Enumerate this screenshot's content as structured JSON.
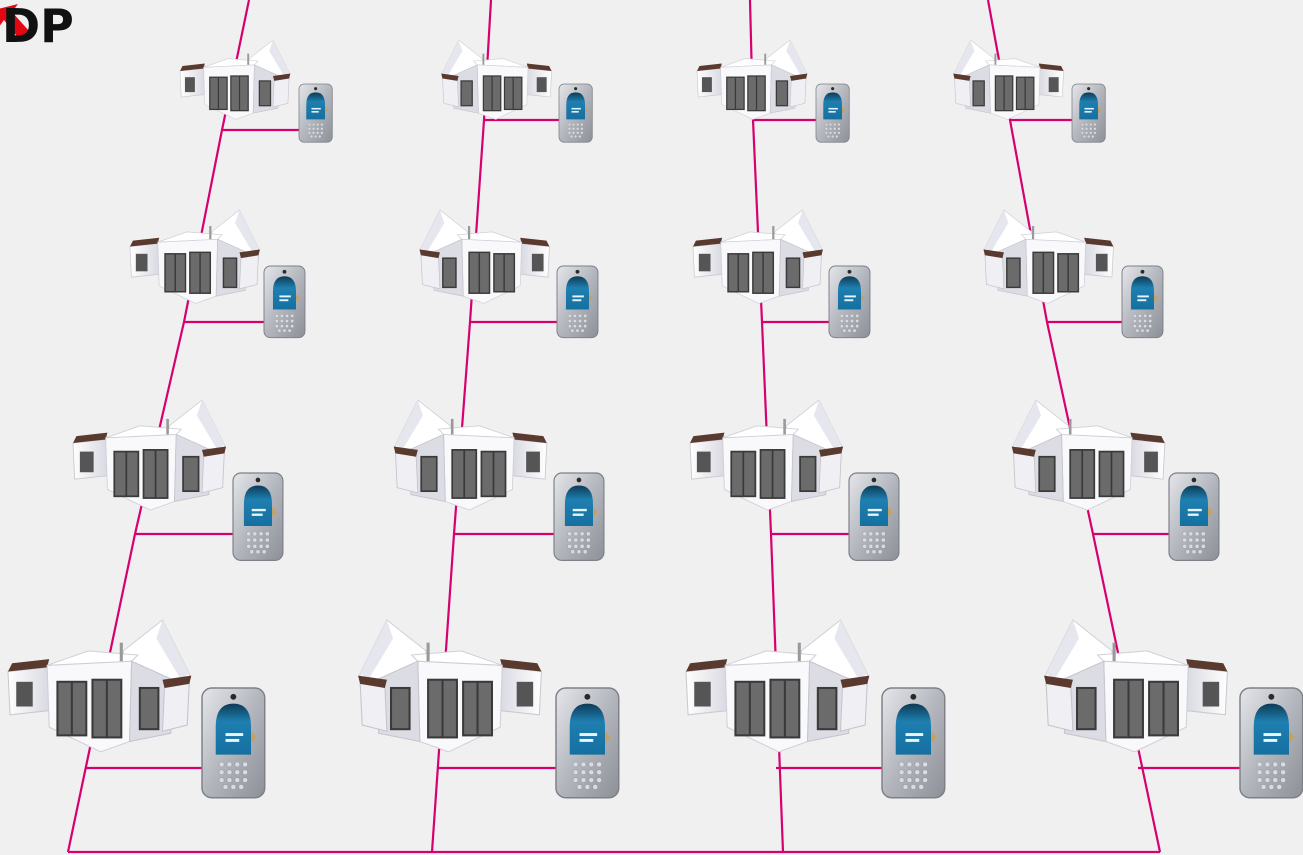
{
  "brand": {
    "logo_text": "DP",
    "logo_icon": "red-arrow-icon",
    "logo_color": "#e30613",
    "logo_text_color": "#111111"
  },
  "colors": {
    "background": "#f0f0f0",
    "wire": "#d6006f",
    "house_wall": "#f7f7fb",
    "house_shade": "#d3d3dc",
    "house_roof": "#5a3a2e",
    "window": "#6e6e6e",
    "panel_silver": "#b9bcc2",
    "panel_display": "#1e7fb0"
  },
  "diagram": {
    "description_none": "",
    "columns": 4,
    "rows": 4,
    "node_icons": [
      "house-icon",
      "door-entry-panel-icon"
    ]
  }
}
